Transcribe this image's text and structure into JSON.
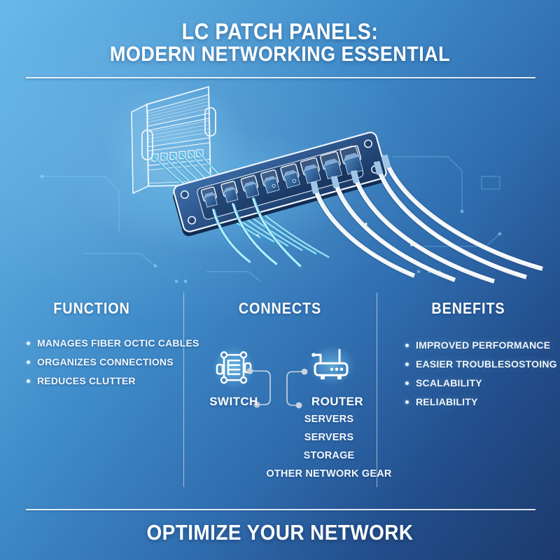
{
  "title": {
    "line1": "LC PATCH PANELS:",
    "line2": "MODERN NETWORKING ESSENTIAL"
  },
  "sections": {
    "function": {
      "heading": "FUNCTION",
      "items": [
        "MANAGES FIBER OCTIC CABLES",
        "ORGANIZES CONNECTIONS",
        "REDUCES CLUTTER"
      ]
    },
    "connects": {
      "heading": "CONNECTS",
      "switch_label": "SWITCH",
      "router_label": "ROUTER",
      "list": [
        "SERVERS",
        "SERVERS",
        "STORAGE",
        "OTHER NETWORK GEAR"
      ]
    },
    "benefits": {
      "heading": "BENEFITS",
      "items": [
        "IMPROVED PERFORMANCE",
        "EASIER TROUBLESOSTOING",
        "SCALABILITY",
        "RELIABILITY"
      ]
    }
  },
  "footer": {
    "text": "OPTIMIZE YOUR NETWORK"
  },
  "icons": {
    "switch": "switch-icon",
    "router": "router-icon"
  },
  "colors": {
    "bg_top_left": "#6AB9EA",
    "bg_bottom_right": "#1C3A6C",
    "accent_cyan": "#5FD8F5",
    "panel_navy": "#1E4173",
    "cable_white": "#ECF3F8",
    "text_white": "#FFFFFF"
  }
}
